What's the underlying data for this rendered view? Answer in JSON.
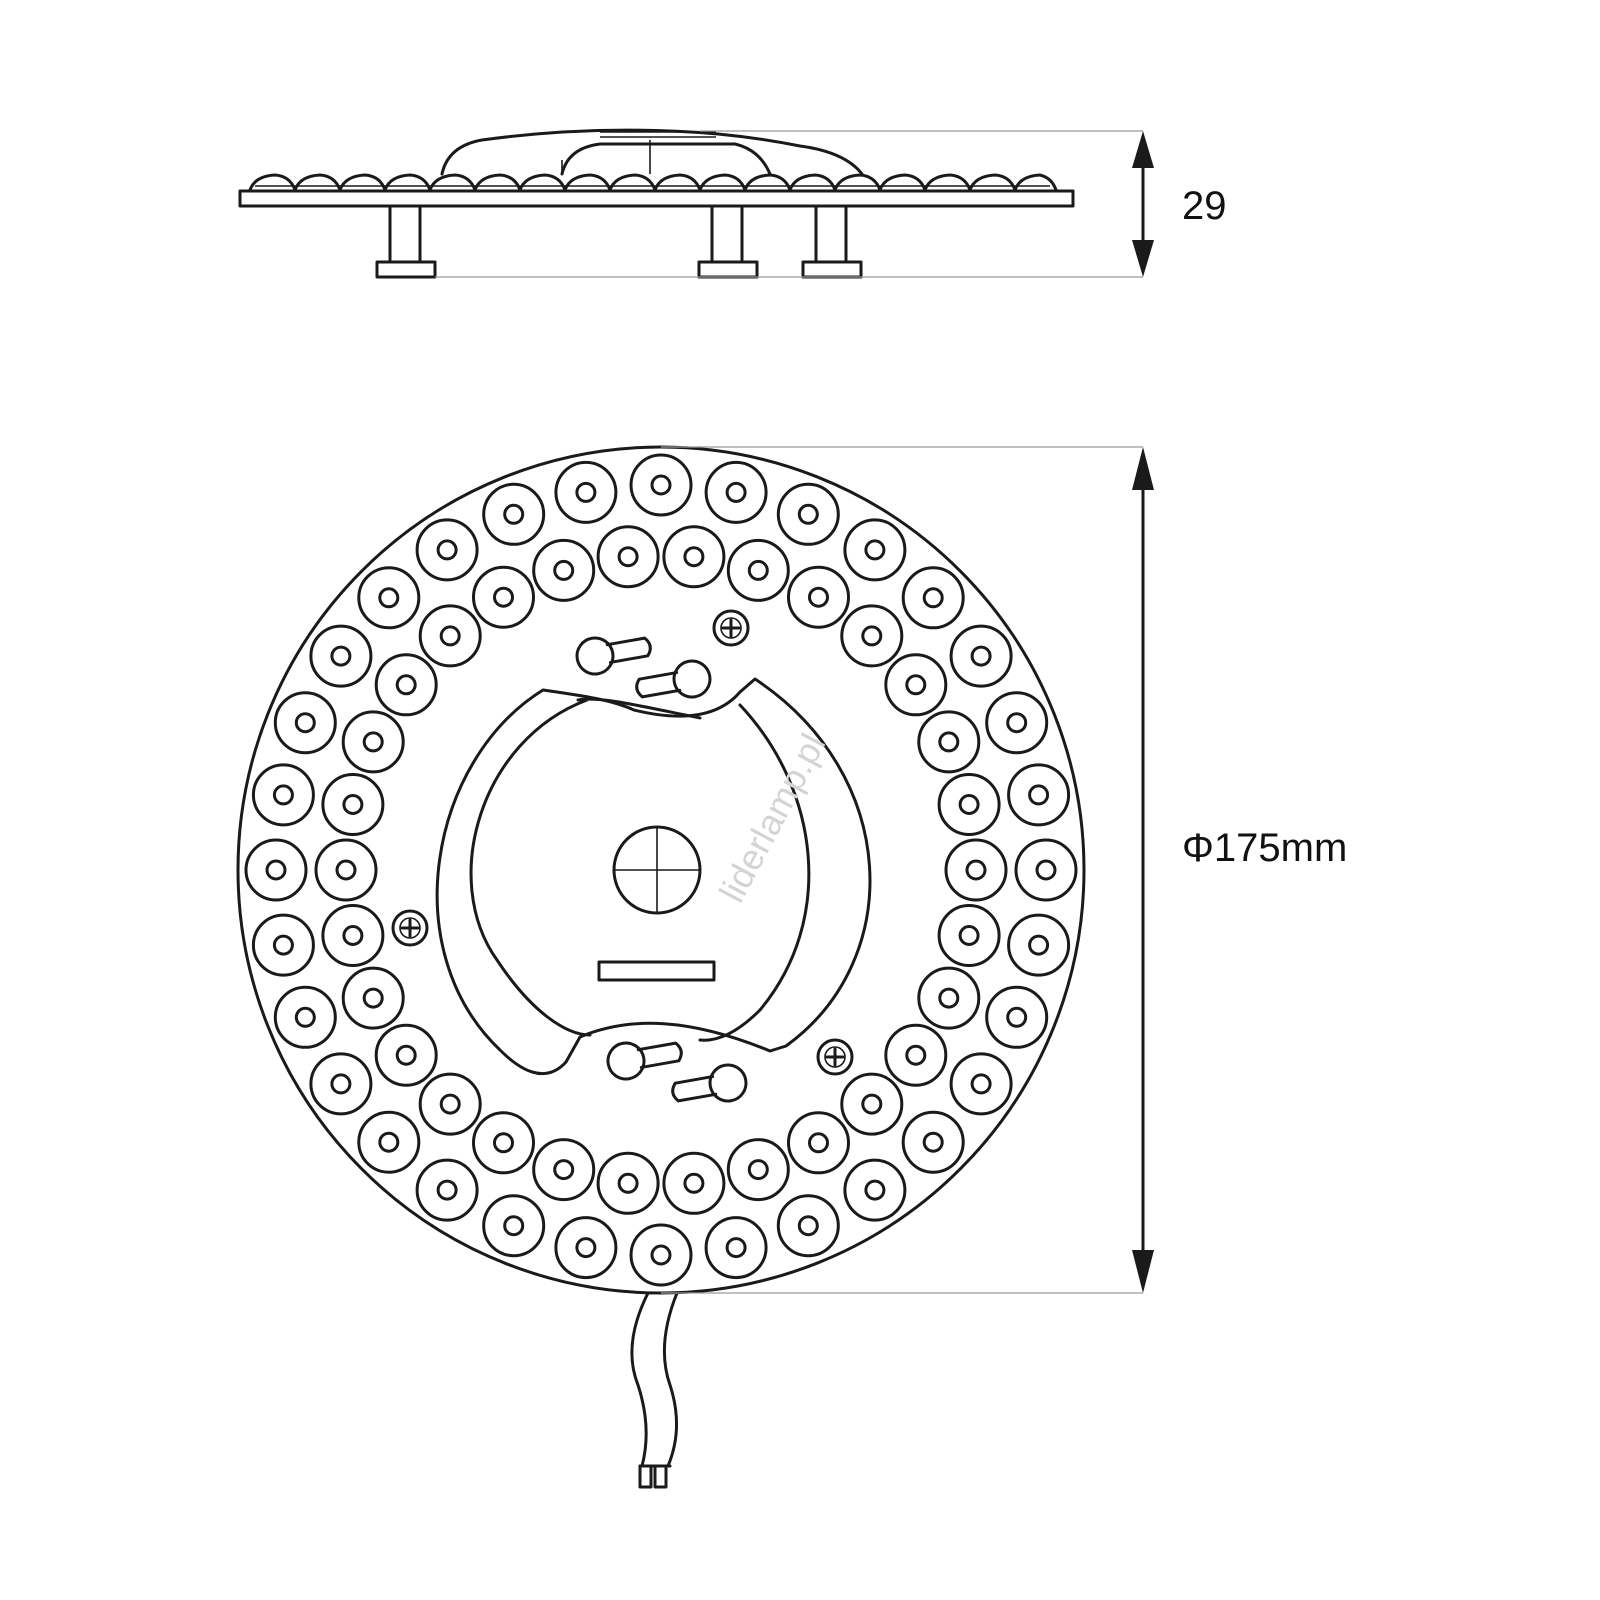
{
  "dimensions": {
    "height_label": "29",
    "diameter_label": "Φ175mm"
  },
  "watermark": "liderlamp.pl",
  "colors": {
    "line": "#1a1a1a",
    "extension_line": "#9a9a9a",
    "watermark": "#d4d4d4",
    "background": "#ffffff"
  }
}
